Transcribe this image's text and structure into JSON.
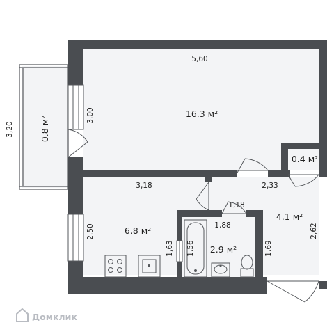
{
  "colors": {
    "wall": "#4a4d51",
    "room": "#f3f4f6",
    "line": "#55585c",
    "watermark": "#b9bcc2"
  },
  "rooms": {
    "main_room": {
      "area": "16.3 м²",
      "width": "5,60",
      "height": "3,00"
    },
    "balcony": {
      "area": "0.8 м²",
      "length": "3,20"
    },
    "kitchen": {
      "area": "6.8 м²",
      "width": "3,18",
      "height": "2,50"
    },
    "closet": {
      "area": "0.4 м²"
    },
    "hall": {
      "area": "4.1 м²",
      "width": "2,33",
      "length": "2,62",
      "inner_length": "1,69",
      "inner_width": "1,18"
    },
    "bathroom": {
      "area": "2.9 м²",
      "width": "1,88",
      "height": "1,56",
      "side": "1,63"
    }
  },
  "watermark": {
    "text": "Домклик",
    "icon": "house-logo-icon"
  }
}
